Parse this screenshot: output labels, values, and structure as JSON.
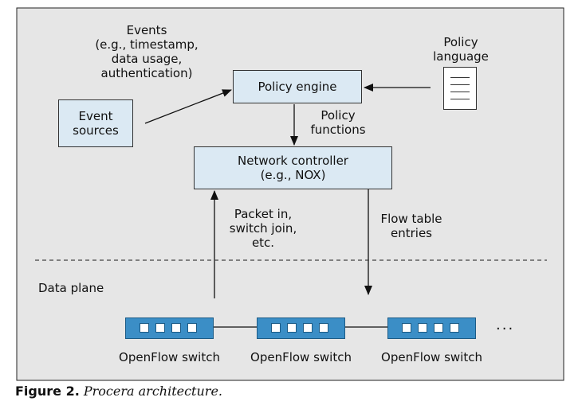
{
  "diagram": {
    "events_label": "Events\n(e.g., timestamp,\ndata usage,\nauthentication)",
    "policy_language_label": "Policy\nlanguage",
    "policy_engine": "Policy engine",
    "event_sources": "Event\nsources",
    "policy_functions_label": "Policy\nfunctions",
    "network_controller": "Network controller\n(e.g., NOX)",
    "packet_in_label": "Packet in,\nswitch join,\netc.",
    "flow_table_label": "Flow table\nentries",
    "data_plane_label": "Data plane",
    "switches": [
      {
        "label": "OpenFlow switch"
      },
      {
        "label": "OpenFlow switch"
      },
      {
        "label": "OpenFlow switch"
      }
    ],
    "ellipsis": "..."
  },
  "caption": {
    "number": "Figure 2.",
    "text": "Procera architecture."
  },
  "colors": {
    "panel_background": "#e6e6e6",
    "box_fill": "#dbe9f3",
    "switch_fill": "#3b8ec6"
  }
}
